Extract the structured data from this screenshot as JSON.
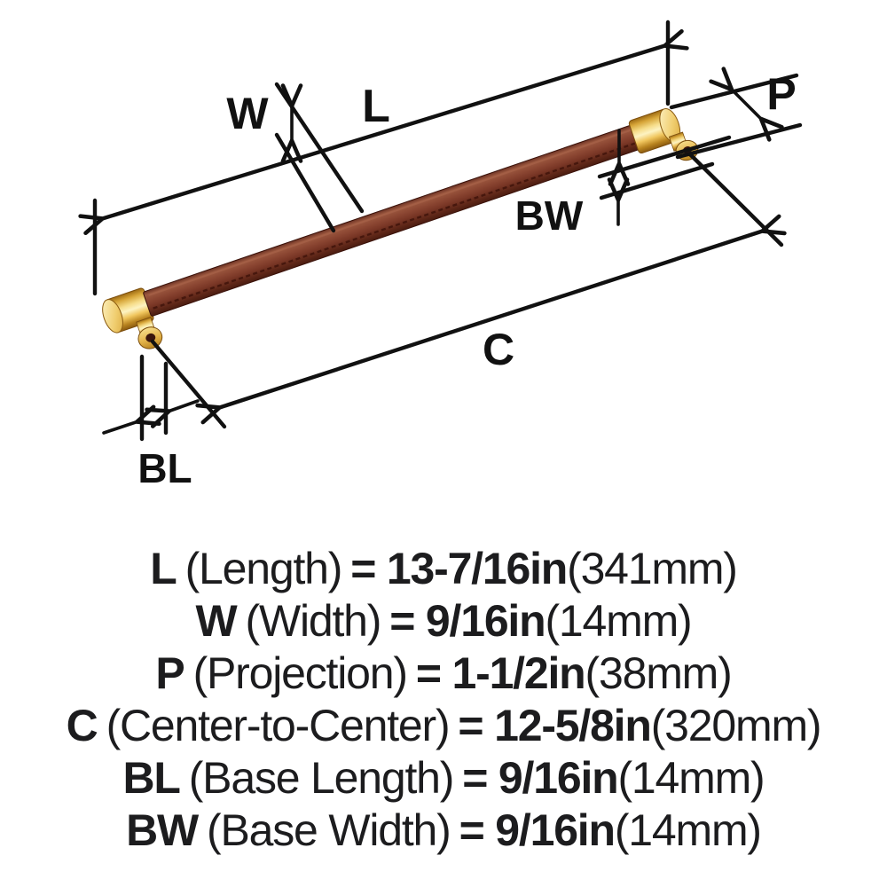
{
  "diagram": {
    "dim_labels": {
      "L": "L",
      "W": "W",
      "P": "P",
      "C": "C",
      "BL": "BL",
      "BW": "BW"
    },
    "colors": {
      "line": "#111111",
      "bar_main": "#8a4531",
      "bar_dark": "#4a1c10",
      "bar_stitch": "#43150c",
      "gold_highlight": "#fdf3c2",
      "gold_mid": "#edc25c",
      "gold_dark": "#8a5a10",
      "hole": "#3a150c",
      "background": "#ffffff"
    }
  },
  "specs": {
    "rows": [
      {
        "symbol": "L",
        "name": "(Length)",
        "value": "= 13-7/16in",
        "metric": "(341mm)"
      },
      {
        "symbol": "W",
        "name": "(Width)",
        "value": "= 9/16in",
        "metric": "(14mm)"
      },
      {
        "symbol": "P",
        "name": "(Projection)",
        "value": "= 1-1/2in",
        "metric": "(38mm)"
      },
      {
        "symbol": "C",
        "name": "(Center-to-Center)",
        "value": "= 12-5/8in",
        "metric": "(320mm)"
      },
      {
        "symbol": "BL",
        "name": "(Base Length)",
        "value": "= 9/16in",
        "metric": "(14mm)"
      },
      {
        "symbol": "BW",
        "name": "(Base Width)",
        "value": "= 9/16in",
        "metric": "(14mm)"
      }
    ]
  }
}
